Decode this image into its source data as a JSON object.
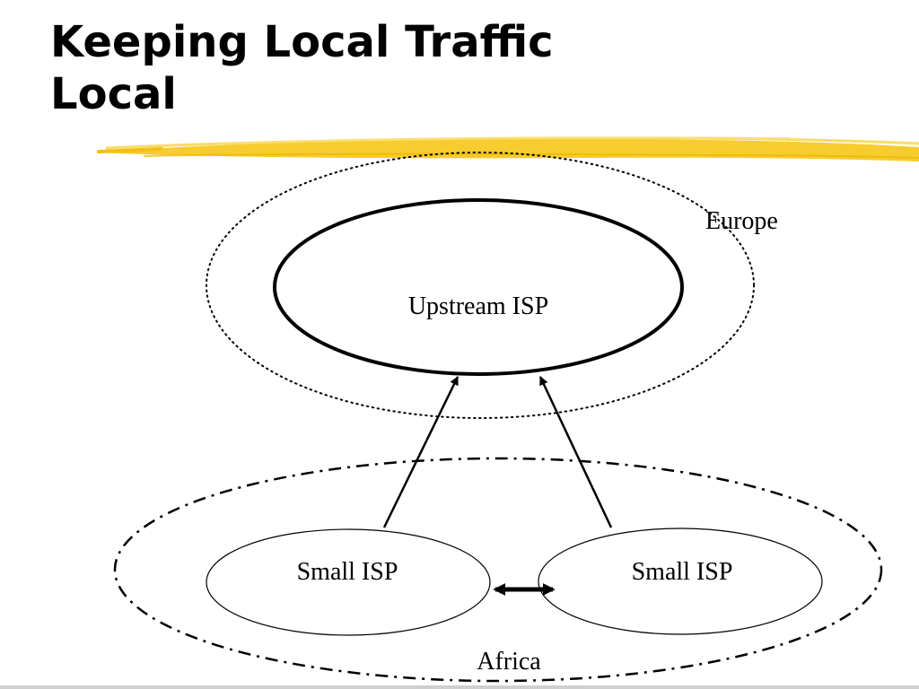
{
  "slide": {
    "title_line1": "Keeping Local Traffic",
    "title_line2": "Local"
  },
  "diagram": {
    "regions": {
      "europe": "Europe",
      "africa": "Africa"
    },
    "nodes": {
      "upstream": "Upstream ISP",
      "small_left": "Small ISP",
      "small_right": "Small ISP"
    }
  },
  "colors": {
    "accent_brush": "#f5c518",
    "text": "#000000"
  }
}
